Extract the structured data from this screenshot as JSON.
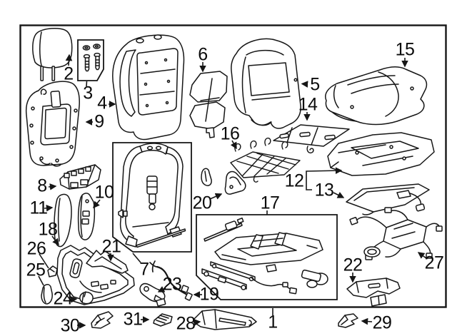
{
  "diagram": {
    "type": "exploded-parts-diagram",
    "colors": {
      "line": "#161616",
      "background": "#ffffff"
    },
    "callouts": {
      "c1": "1",
      "c2": "2",
      "c3": "3",
      "c4": "4",
      "c5": "5",
      "c6": "6",
      "c7": "7",
      "c8": "8",
      "c9": "9",
      "c10": "10",
      "c11": "11",
      "c12": "12",
      "c13": "13",
      "c14": "14",
      "c15": "15",
      "c16": "16",
      "c17": "17",
      "c18": "18",
      "c19": "19",
      "c20": "20",
      "c21": "21",
      "c22": "22",
      "c23": "23",
      "c24": "24",
      "c25": "25",
      "c26": "26",
      "c27": "27",
      "c28": "28",
      "c29": "29",
      "c30": "30",
      "c31": "31"
    }
  }
}
